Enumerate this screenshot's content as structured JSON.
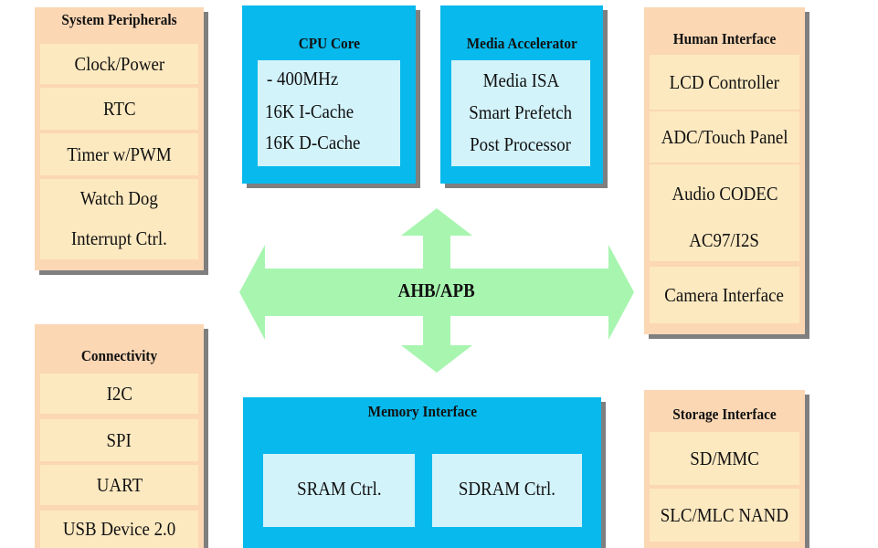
{
  "system_peripherals": {
    "title": "System Peripherals",
    "items": [
      "Clock/Power",
      "RTC",
      "Timer w/PWM",
      "Watch Dog",
      "Interrupt Ctrl."
    ]
  },
  "connectivity": {
    "title": "Connectivity",
    "items": [
      "I2C",
      "SPI",
      "UART",
      "USB Device 2.0"
    ]
  },
  "cpu_core": {
    "title": "CPU Core",
    "lines": [
      "- 400MHz",
      "16K I-Cache",
      "16K D-Cache"
    ]
  },
  "media_accelerator": {
    "title": "Media Accelerator",
    "lines": [
      "Media ISA",
      "Smart Prefetch",
      "Post Processor"
    ]
  },
  "human_interface": {
    "title": "Human Interface",
    "items": [
      "LCD Controller",
      "ADC/Touch Panel",
      "Audio CODEC",
      "AC97/I2S",
      "Camera Interface"
    ]
  },
  "storage_interface": {
    "title": "Storage Interface",
    "items": [
      "SD/MMC",
      "SLC/MLC NAND"
    ]
  },
  "memory_interface": {
    "title": "Memory Interface",
    "items": [
      "SRAM Ctrl.",
      "SDRAM Ctrl."
    ]
  },
  "bus": {
    "label": "AHB/APB"
  },
  "colors": {
    "peach": "#fbd7b4",
    "peach_item": "#fde9c0",
    "blue": "#07b9ec",
    "light_blue": "#d3f3fb",
    "arrow_green": "#a8f5b0",
    "shadow": "#7f7f7f"
  }
}
